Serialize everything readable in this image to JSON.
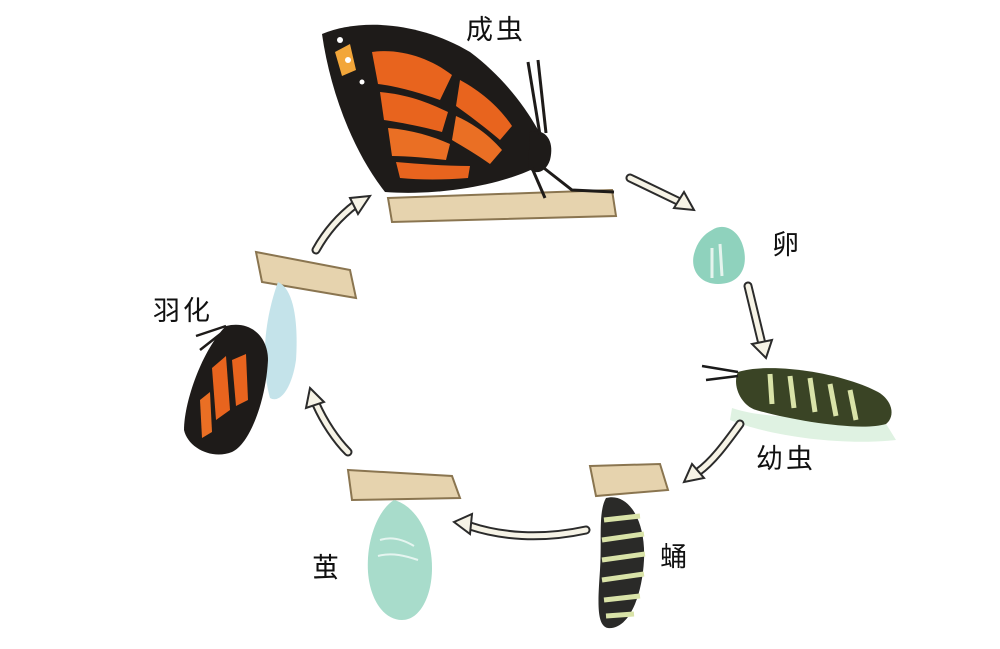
{
  "stages": {
    "adult": "成虫",
    "egg": "卵",
    "larva": "幼虫",
    "pupa": "蛹",
    "cocoon": "茧",
    "eclosion": "羽化"
  },
  "colors": {
    "arrow_fill": "#f6f3e6",
    "arrow_stroke": "#2b2b2b",
    "wing_orange": "#e8641e",
    "wing_black": "#1e1b19",
    "twig": "#e6d3ae",
    "chrysalis": "#a8dccb",
    "larva_body": "#3a4425"
  }
}
